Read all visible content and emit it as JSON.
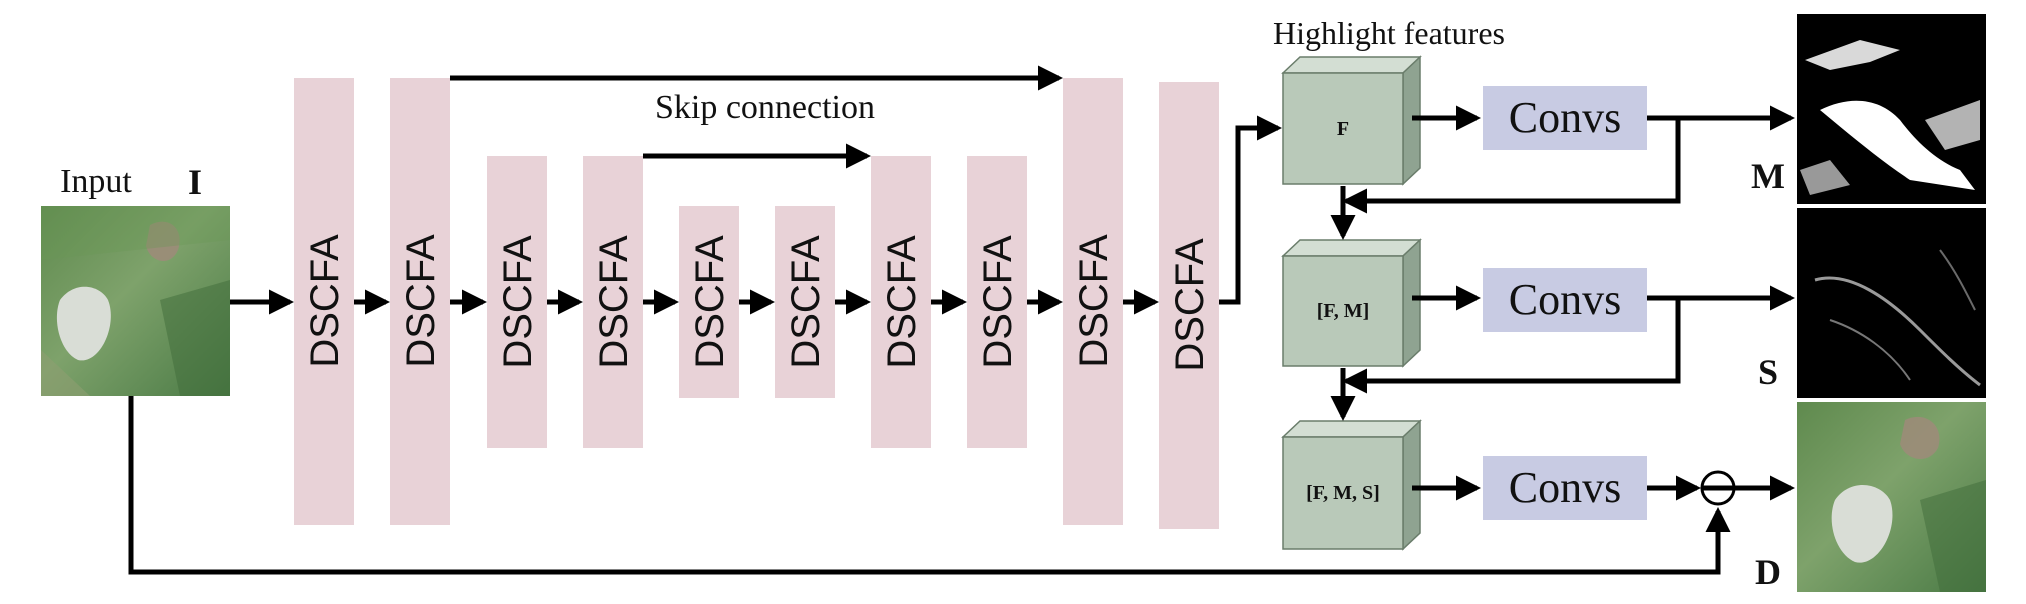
{
  "input": {
    "label": "Input",
    "symbol": "I"
  },
  "blocks": {
    "label": "DSCFA"
  },
  "skip": {
    "label": "Skip connection"
  },
  "highlight": {
    "label": "Highlight features"
  },
  "cubes": [
    {
      "label": "F"
    },
    {
      "label": "[F, M]"
    },
    {
      "label": "[F, M, S]"
    }
  ],
  "convs": [
    {
      "label": "Convs"
    },
    {
      "label": "Convs"
    },
    {
      "label": "Convs"
    }
  ],
  "outputs": [
    {
      "label": "M"
    },
    {
      "label": "S"
    },
    {
      "label": "D"
    }
  ],
  "colors": {
    "block_fill": "#e8d2d7",
    "cube_front": "#b9c9b9",
    "cube_top": "#d3ded3",
    "cube_side": "#8fa391",
    "conv_fill": "#c8cbe3"
  }
}
